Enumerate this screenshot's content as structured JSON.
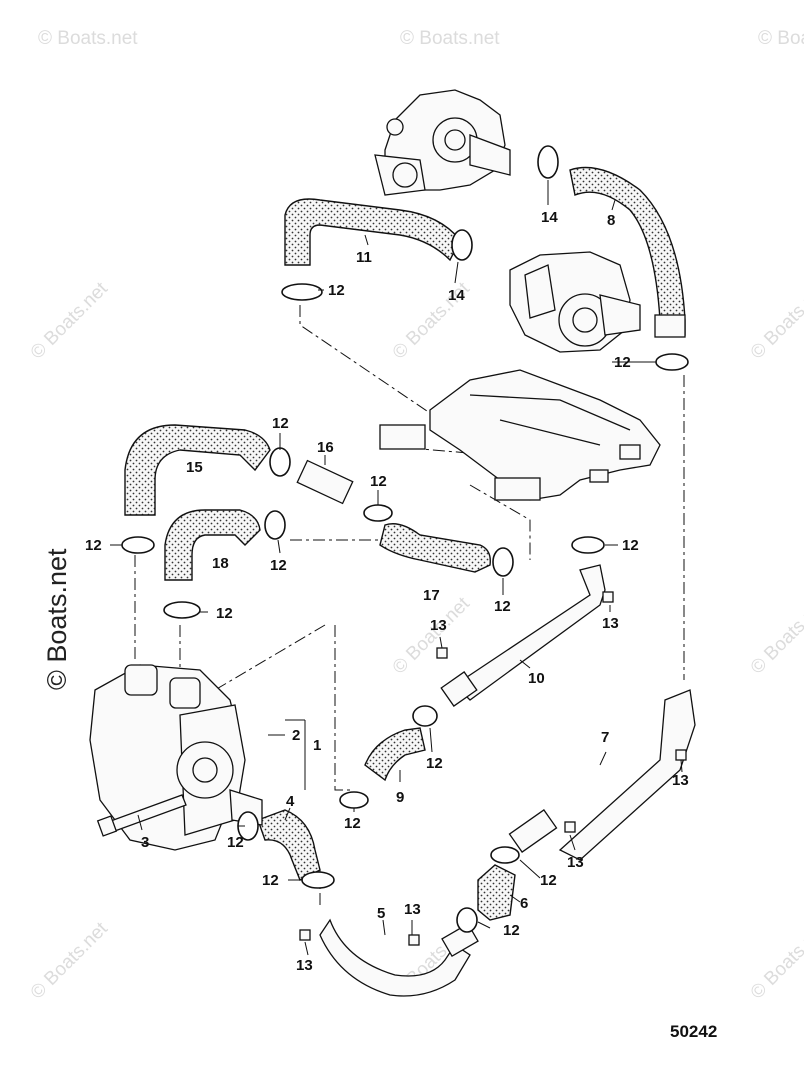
{
  "watermarks": {
    "brand": "© Boats.net",
    "side": "© Boats.net"
  },
  "figure_number": "50242",
  "callouts": {
    "c1": "1",
    "c2": "2",
    "c3": "3",
    "c4": "4",
    "c5": "5",
    "c6": "6",
    "c7": "7",
    "c8": "8",
    "c9": "9",
    "c10": "10",
    "c11": "11",
    "c12": "12",
    "c13": "13",
    "c14": "14",
    "c15": "15",
    "c16": "16",
    "c17": "17",
    "c18": "18"
  }
}
